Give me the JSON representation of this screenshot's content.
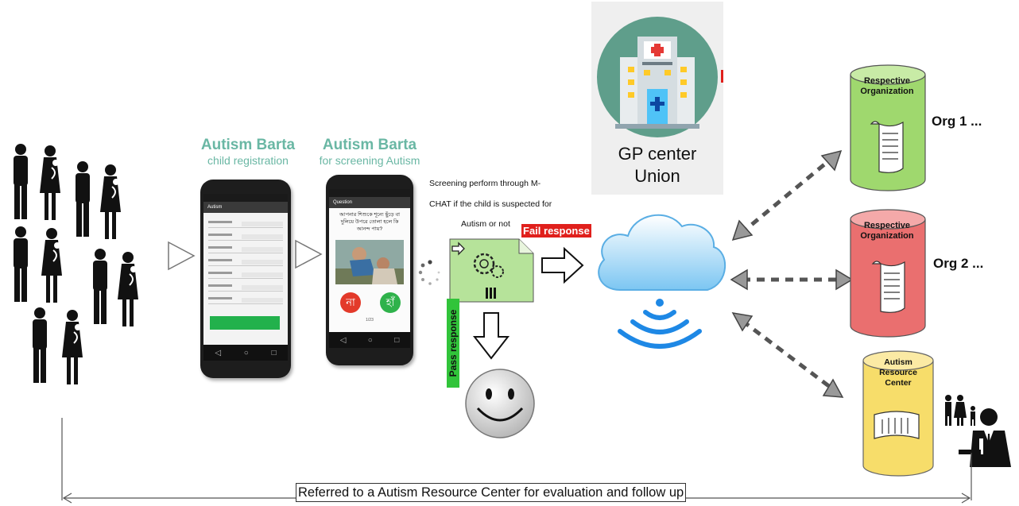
{
  "apps": {
    "registration": {
      "title": "Autism Barta",
      "subtitle": "child registration"
    },
    "screening": {
      "title": "Autism Barta",
      "subtitle": "for screening Autism"
    }
  },
  "phone_registration": {
    "app_bar": "Autism"
  },
  "phone_screening": {
    "app_bar": "Question",
    "question": "আপনার শিশুকে শূন্যে ছুঁড়ে বা দুলিয়ে উপরে তোলা হলে কি আনন্দ পায়?",
    "no_label": "না",
    "yes_label": "হাঁ",
    "counter": "1/23"
  },
  "screening_note": {
    "line1": "Screening perform through M-",
    "line2": "CHAT if the child is suspected for",
    "line3": "Autism or not"
  },
  "fail_response": "Fail response",
  "pass_response": "Pass response",
  "gp_center": {
    "line1": "GP center",
    "line2": "Union"
  },
  "org1": {
    "cylinder_label": "Respective Organization",
    "side_label": "Org 1 ..."
  },
  "org2": {
    "cylinder_label": "Respective Organization",
    "side_label": "Org 2 ..."
  },
  "arc": {
    "cylinder_label": "Autism Resource Center"
  },
  "bottom_caption": "Referred to a Autism Resource Center for evaluation and follow up",
  "colors": {
    "app_title": "#6ab7a4",
    "fail": "#e0201c",
    "pass": "#31c43a",
    "cyl_green": "#9fd86e",
    "cyl_red": "#ea6f6f",
    "cyl_yellow": "#f7dd6a",
    "gear_box": "#b6e39a"
  }
}
